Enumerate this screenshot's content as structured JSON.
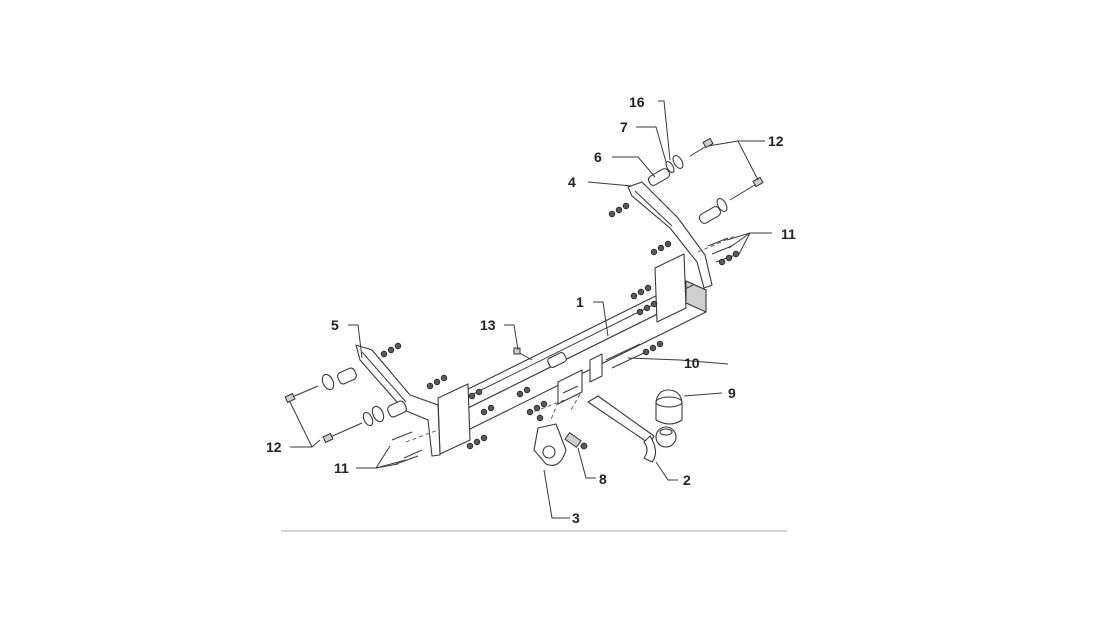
{
  "diagram": {
    "callouts": {
      "c1": "1",
      "c2": "2",
      "c3": "3",
      "c4": "4",
      "c5": "5",
      "c6": "6",
      "c7": "7",
      "c8": "8",
      "c9": "9",
      "c10": "10",
      "c11_right": "11",
      "c11_left": "11",
      "c12_right": "12",
      "c12_left": "12",
      "c13": "13",
      "c16": "16"
    }
  }
}
